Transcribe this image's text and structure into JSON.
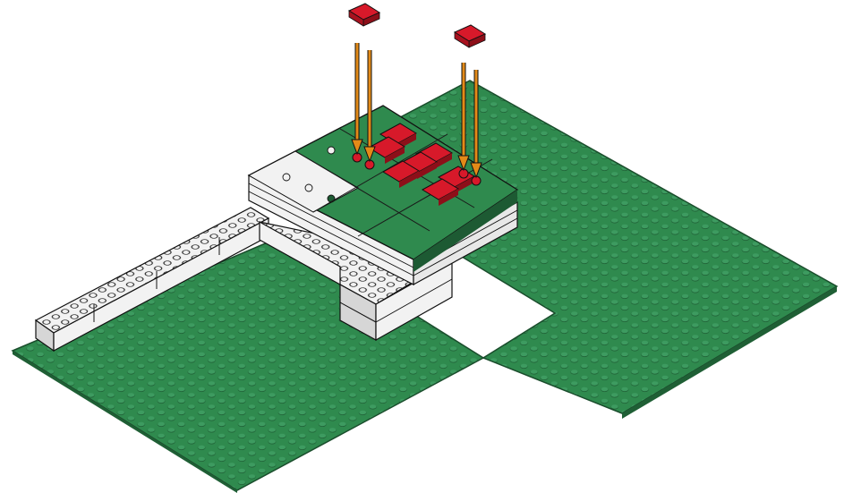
{
  "colors": {
    "background": "#ffffff",
    "baseplate_green": "#2f8a4e",
    "baseplate_green_dark": "#1f5f35",
    "stud_highlight": "#4aa36a",
    "brick_white": "#f2f2f2",
    "brick_white_shade": "#d6d6d6",
    "tile_green": "#2f8a4e",
    "tile_green_dark": "#1d5a33",
    "tile_red": "#d7192a",
    "tile_red_dark": "#8d0f19",
    "arrow_orange": "#e38a18",
    "outline": "#111111"
  },
  "icons": {
    "baseplate": "green-baseplate-icon",
    "white_brick": "white-brick-icon",
    "red_tile": "red-tile-icon",
    "down_arrow": "down-arrow-icon"
  },
  "steps": [
    {
      "part": "red-1x2-tile",
      "count": 2,
      "direction": "down"
    }
  ]
}
